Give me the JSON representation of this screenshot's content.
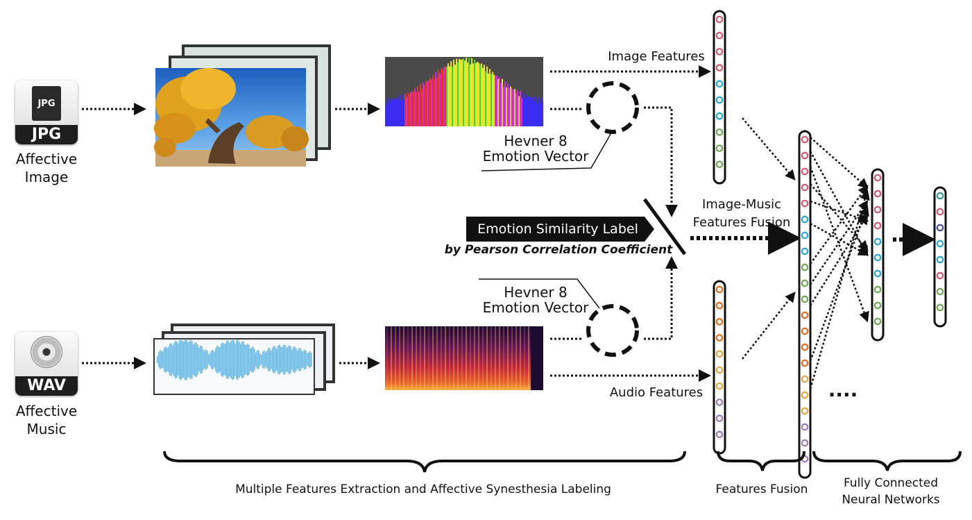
{
  "inputs": {
    "image_icon_label": "JPG",
    "image_icon_small": "JPG",
    "image_caption": [
      "Affective",
      "Image"
    ],
    "music_icon_label": "WAV",
    "music_caption": [
      "Affective",
      "Music"
    ]
  },
  "labels": {
    "image_features": "Image Features",
    "audio_features": "Audio Features",
    "hevner_top": [
      "Hevner 8",
      "Emotion Vector"
    ],
    "hevner_bottom": [
      "Hevner 8",
      "Emotion Vector"
    ],
    "similarity_label": "Emotion Similarity Label",
    "similarity_sub": "by Pearson Correlation Coefficient",
    "fusion": [
      "Image-Music",
      "Features Fusion"
    ],
    "ellipsis": "····"
  },
  "sections": {
    "extraction": "Multiple Features Extraction and Affective Synesthesia Labeling",
    "fusion": "Features Fusion",
    "fc": [
      "Fully Connected",
      "Neural Networks"
    ]
  },
  "icons": {
    "image_file": "jpg-file-icon",
    "music_file": "wav-file-icon",
    "cd": "cd-music-icon"
  },
  "colors": {
    "node_red": "#d9546e",
    "node_blue": "#22a7d6",
    "node_green": "#6aa84f",
    "node_orange": "#e06c1b",
    "node_gold": "#e8a33a",
    "node_purple": "#9a7ab5",
    "node_navy": "#3f4fa0",
    "node_teal": "#2e9e8a",
    "arrow": "#111111"
  },
  "vectors": {
    "image_features": [
      "red",
      "red",
      "red",
      "red",
      "blue",
      "blue",
      "blue",
      "green",
      "green",
      "green"
    ],
    "audio_features": [
      "orange",
      "orange",
      "orange",
      "orange",
      "gold",
      "gold",
      "gold",
      "purple",
      "purple",
      "purple"
    ],
    "fusion": [
      "red",
      "red",
      "red",
      "red",
      "red",
      "blue",
      "blue",
      "blue",
      "green",
      "green",
      "green",
      "orange",
      "orange",
      "orange",
      "orange",
      "gold",
      "gold",
      "gold",
      "purple",
      "purple",
      "purple"
    ],
    "hidden": [
      "red",
      "red",
      "red",
      "red",
      "blue",
      "blue",
      "blue",
      "green",
      "green",
      "green"
    ],
    "output": [
      "teal",
      "red",
      "navy",
      "blue",
      "blue",
      "red",
      "green",
      "green"
    ]
  }
}
